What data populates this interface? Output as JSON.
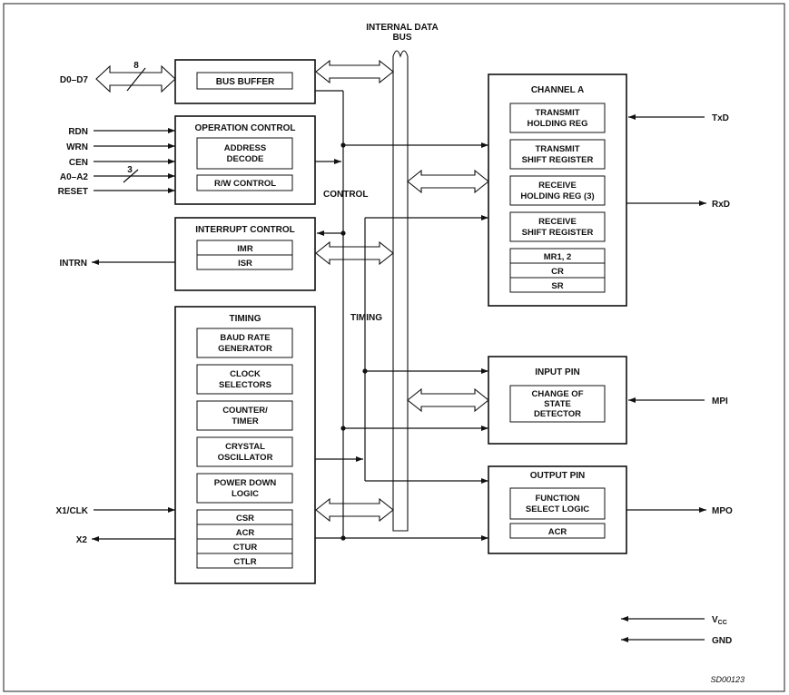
{
  "bus": {
    "line1": "INTERNAL DATA",
    "line2": "BUS"
  },
  "signals": {
    "d0_d7": "D0–D7",
    "bus_width": "8",
    "rdn": "RDN",
    "wrn": "WRN",
    "cen": "CEN",
    "a0_a2": "A0–A2",
    "addr_width": "3",
    "reset": "RESET",
    "intrn": "INTRN",
    "x1_clk": "X1/CLK",
    "x2": "X2",
    "txd": "TxD",
    "rxd": "RxD",
    "mpi": "MPI",
    "mpo": "MPO",
    "vcc": "V",
    "vcc_sub": "CC",
    "gnd": "GND"
  },
  "labels": {
    "control": "CONTROL",
    "timing": "TIMING"
  },
  "blocks": {
    "bus_buffer": {
      "title": "BUS BUFFER"
    },
    "operation_control": {
      "title": "OPERATION CONTROL",
      "address_1": "ADDRESS",
      "address_2": "DECODE",
      "rw": "R/W CONTROL"
    },
    "interrupt_control": {
      "title": "INTERRUPT CONTROL",
      "imr": "IMR",
      "isr": "ISR"
    },
    "timing": {
      "title": "TIMING",
      "baud_1": "BAUD RATE",
      "baud_2": "GENERATOR",
      "clock_1": "CLOCK",
      "clock_2": "SELECTORS",
      "counter_1": "COUNTER/",
      "counter_2": "TIMER",
      "crystal_1": "CRYSTAL",
      "crystal_2": "OSCILLATOR",
      "power_1": "POWER DOWN",
      "power_2": "LOGIC",
      "csr": "CSR",
      "acr": "ACR",
      "ctur": "CTUR",
      "ctlr": "CTLR"
    },
    "channel_a": {
      "title": "CHANNEL A",
      "thr_1": "TRANSMIT",
      "thr_2": "HOLDING REG",
      "tsr_1": "TRANSMIT",
      "tsr_2": "SHIFT REGISTER",
      "rhr_1": "RECEIVE",
      "rhr_2": "HOLDING REG (3)",
      "rsr_1": "RECEIVE",
      "rsr_2": "SHIFT REGISTER",
      "mr": "MR1, 2",
      "cr": "CR",
      "sr": "SR"
    },
    "input_pin": {
      "title": "INPUT PIN",
      "cos_1": "CHANGE OF",
      "cos_2": "STATE",
      "cos_3": "DETECTOR"
    },
    "output_pin": {
      "title": "OUTPUT PIN",
      "fsl_1": "FUNCTION",
      "fsl_2": "SELECT LOGIC",
      "acr": "ACR"
    }
  },
  "figure_code": "SD00123"
}
